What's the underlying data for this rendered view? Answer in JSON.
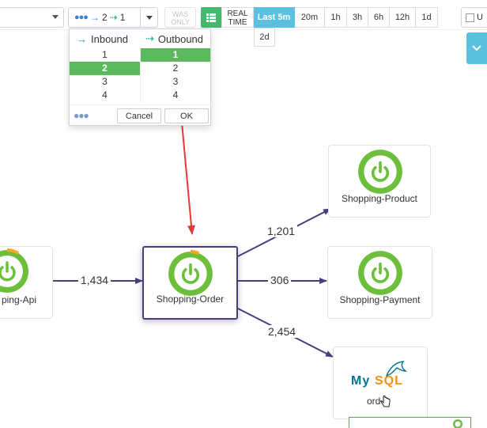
{
  "toolbar": {
    "depth": {
      "inbound": "2",
      "outbound": "1"
    },
    "was_only": {
      "line1": "WAS",
      "line2": "ONLY"
    },
    "realtime": {
      "line1": "REAL",
      "line2": "TIME"
    },
    "ranges": [
      "Last 5m",
      "20m",
      "1h",
      "3h",
      "6h",
      "12h",
      "1d"
    ],
    "range_extra": "2d",
    "active_range": "Last 5m",
    "right_checkbox_label": "U"
  },
  "depth_dropdown": {
    "inbound_label": "Inbound",
    "outbound_label": "Outbound",
    "inbound_options": [
      "1",
      "2",
      "3",
      "4"
    ],
    "outbound_options": [
      "1",
      "2",
      "3",
      "4"
    ],
    "inbound_selected": "2",
    "outbound_selected": "1",
    "cancel_label": "Cancel",
    "ok_label": "OK"
  },
  "graph": {
    "nodes": {
      "api": "ping-Api",
      "order": "Shopping-Order",
      "product": "Shopping-Product",
      "payment": "Shopping-Payment",
      "mysql": "ord"
    },
    "mysql_logo": {
      "my": "My",
      "sql": "SQL"
    },
    "edges": {
      "api_to_order": "1,434",
      "order_to_product": "1,201",
      "order_to_payment": "306",
      "order_to_mysql": "2,454"
    }
  },
  "colors": {
    "accent_blue": "#5bc0de",
    "select_green": "#5cb85c",
    "spring_green": "#6bbf3b",
    "edge_purple": "#4a3d7a",
    "annotation_red": "#e53935"
  }
}
